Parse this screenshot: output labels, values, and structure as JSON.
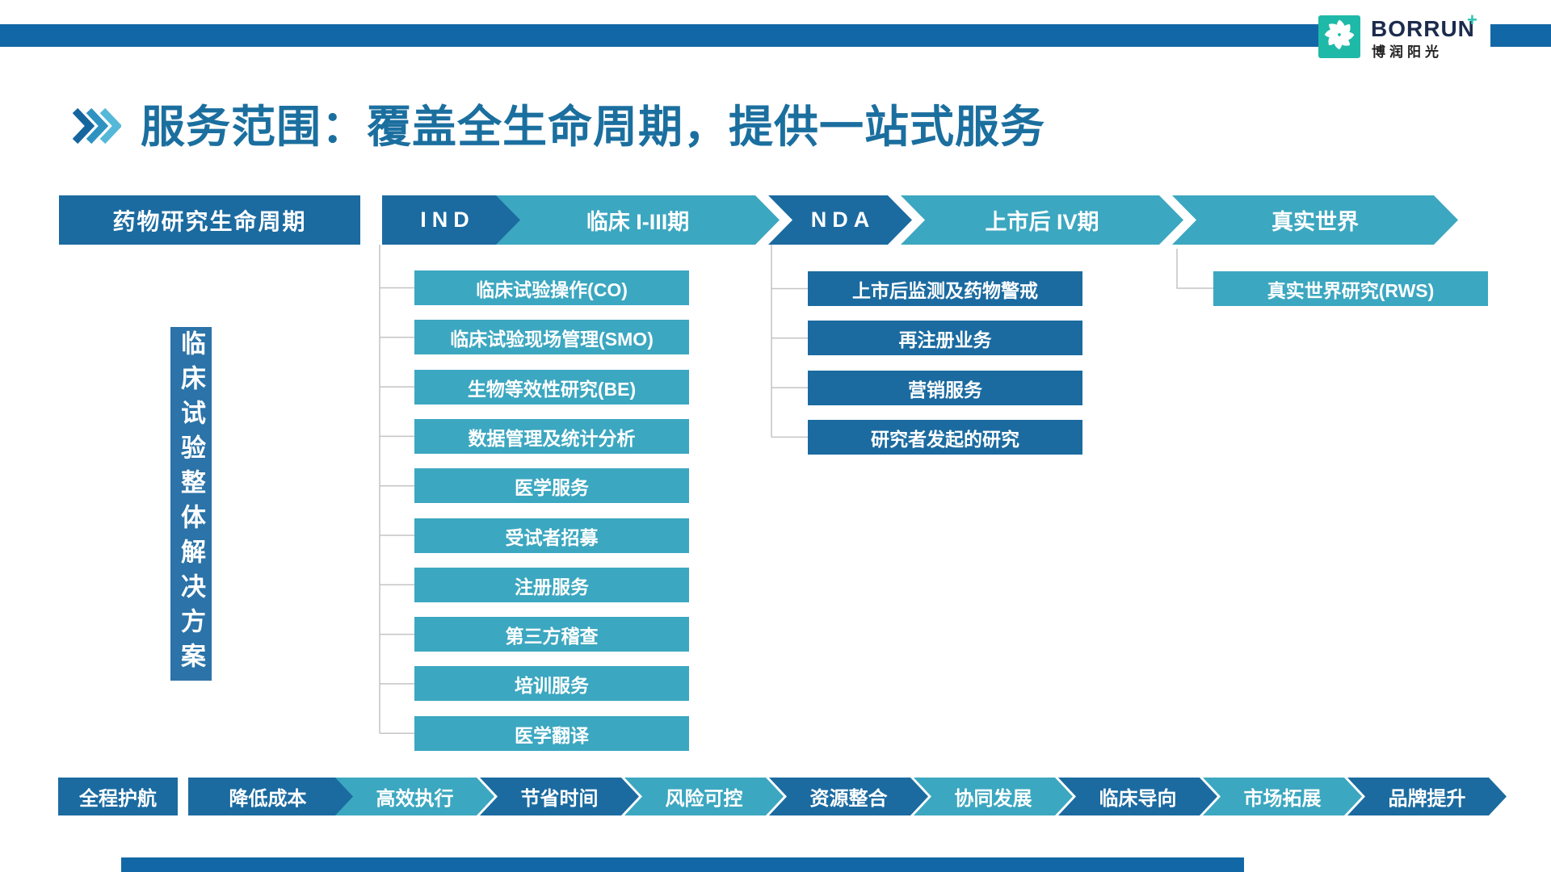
{
  "header": {
    "brand": "BORRUN",
    "brand_plus": "+",
    "brand_cn": "博润阳光"
  },
  "title": "服务范围：覆盖全生命周期，提供一站式服务",
  "lifecycle_label": "药物研究生命周期",
  "stages": [
    {
      "key": "ind",
      "label": "IND",
      "tone": "dark"
    },
    {
      "key": "clinical-i-iii",
      "label": "临床 I-III期",
      "tone": "teal"
    },
    {
      "key": "nda",
      "label": "NDA",
      "tone": "dark"
    },
    {
      "key": "post-market-iv",
      "label": "上市后 IV期",
      "tone": "teal"
    },
    {
      "key": "real-world",
      "label": "真实世界",
      "tone": "teal"
    }
  ],
  "solution_box": "临床试验整体解决方案",
  "clinical_services": [
    "临床试验操作(CO)",
    "临床试验现场管理(SMO)",
    "生物等效性研究(BE)",
    "数据管理及统计分析",
    "医学服务",
    "受试者招募",
    "注册服务",
    "第三方稽查",
    "培训服务",
    "医学翻译"
  ],
  "post_market_services": [
    "上市后监测及药物警戒",
    "再注册业务",
    "营销服务",
    "研究者发起的研究"
  ],
  "rws_service": "真实世界研究(RWS)",
  "benefits": [
    {
      "label": "全程护航",
      "tone": "dark"
    },
    {
      "label": "降低成本",
      "tone": "dark"
    },
    {
      "label": "高效执行",
      "tone": "teal"
    },
    {
      "label": "节省时间",
      "tone": "dark"
    },
    {
      "label": "风险可控",
      "tone": "teal"
    },
    {
      "label": "资源整合",
      "tone": "dark"
    },
    {
      "label": "协同发展",
      "tone": "teal"
    },
    {
      "label": "临床导向",
      "tone": "dark"
    },
    {
      "label": "市场拓展",
      "tone": "teal"
    },
    {
      "label": "品牌提升",
      "tone": "dark"
    }
  ],
  "icons": {
    "title_icon": "triple-chevron-right-icon",
    "logo_icon": "pinwheel-icon"
  },
  "colors": {
    "dark_blue": "#1B6BA0",
    "teal": "#3CA7C0",
    "stripe_blue": "#1268A6",
    "title_blue": "#1B6F9F",
    "logo_teal": "#1FB9A8",
    "solution_blue": "#2B73A8",
    "connector_gray": "#C4C4C4"
  }
}
